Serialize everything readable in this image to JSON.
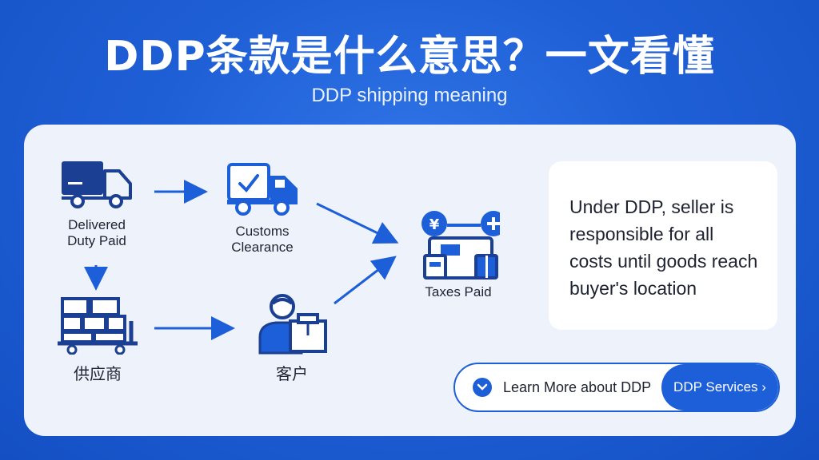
{
  "header": {
    "title": "DDP条款是什么意思？一文看懂",
    "subtitle": "DDP shipping meaning"
  },
  "diagram": {
    "nodes": [
      {
        "id": "ddp",
        "label_line1": "Delivered",
        "label_line2": "Duty Paid",
        "icon": "truck-icon"
      },
      {
        "id": "customs",
        "label_line1": "Customs",
        "label_line2": "Clearance",
        "icon": "delivery-truck-check-icon"
      },
      {
        "id": "taxes",
        "label": "Taxes Paid",
        "icon": "tax-payment-icon"
      },
      {
        "id": "supplier",
        "label": "供应商",
        "icon": "warehouse-trolley-icon"
      },
      {
        "id": "customer",
        "label": "客户",
        "icon": "customer-package-icon"
      }
    ]
  },
  "info": {
    "line1": "Under DDP, seller is",
    "line2": "responsible for all",
    "line3": "costs until goods reach",
    "line4": "buyer's location"
  },
  "cta": {
    "learn_label": "Learn More about DDP",
    "services_label": "DDP Services ›"
  },
  "colors": {
    "background": "#1f5fd6",
    "accent": "#1d5fd8",
    "dark_icon": "#1b3f93",
    "panel": "#eef3fb"
  }
}
